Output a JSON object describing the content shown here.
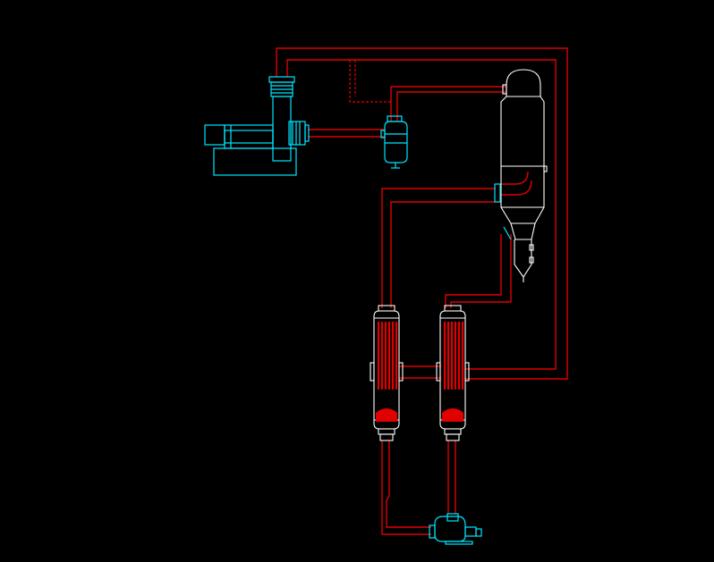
{
  "drawing": {
    "background": "#000000",
    "pipe_color": "#e00000",
    "equipment_color_cyan": "#00e5ff",
    "equipment_color_white": "#ffffff",
    "components": [
      {
        "name": "vapor-compressor",
        "color": "cyan"
      },
      {
        "name": "condenser-drum",
        "color": "cyan"
      },
      {
        "name": "separator-vessel",
        "color": "white"
      },
      {
        "name": "heat-exchanger-1",
        "color": "white"
      },
      {
        "name": "heat-exchanger-2",
        "color": "white"
      },
      {
        "name": "circulation-pump",
        "color": "cyan"
      }
    ]
  }
}
